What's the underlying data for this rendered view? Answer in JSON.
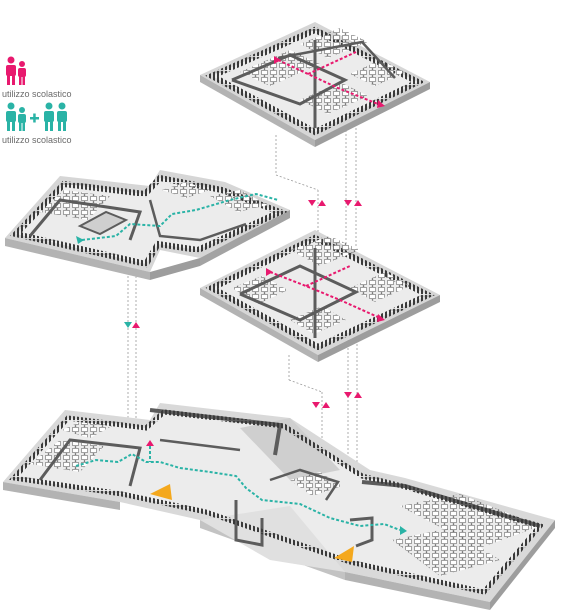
{
  "legend": {
    "items": [
      {
        "label": "utilizzo scolastico",
        "icon": "student-icon",
        "color": "#e8196e"
      },
      {
        "label": "utilizzo scolastico",
        "icon": "family-icon",
        "color": "#2ab3a6"
      }
    ]
  },
  "colors": {
    "school_use": "#e8196e",
    "shared_use": "#2ab3a6",
    "entrance": "#f4a81d",
    "wall": "#5c5c5c",
    "floor": "#e6e6e6"
  },
  "floors": [
    {
      "name": "upper-floor-right",
      "route": "school_use"
    },
    {
      "name": "middle-floor-left",
      "route": "shared_use"
    },
    {
      "name": "middle-floor-right",
      "route": "school_use"
    },
    {
      "name": "ground-floor",
      "route": "shared_use"
    }
  ]
}
